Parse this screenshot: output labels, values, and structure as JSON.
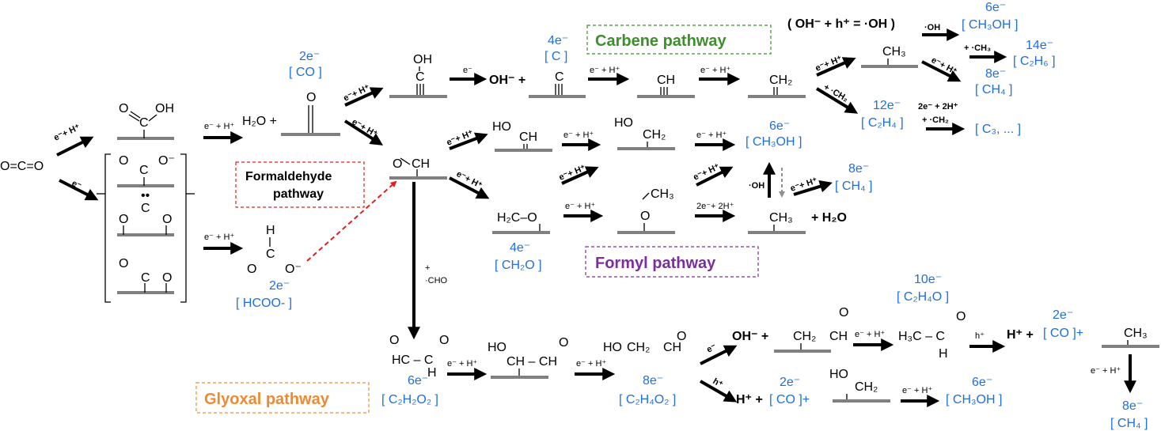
{
  "labels": {
    "co2": "O=C=O",
    "e": "e",
    "eh": "e + H",
    "eh2": "2e + 2H",
    "h2o_plus": "H",
    "plus_h2o": "+ H",
    "oh_minus_plus": "OH + ",
    "oh_rad": "OH",
    "cho_plus": "+",
    "cho": "CHO",
    "ch3_plus": "+ CH",
    "ch2_plus": "+ CH",
    "h_plus": "h",
    "hplus": "H +",
    "hstar": "h*",
    "oh_eq": "( OH  + h  =  OH )",
    "ohplus2": "OH + "
  },
  "products": {
    "co_top": {
      "e": "2e",
      "name": "[ CO ]"
    },
    "c": {
      "e": "4e",
      "name": "[ C ]"
    },
    "hcoo": {
      "e": "2e",
      "name": "[ HCOO- ]"
    },
    "ch2o": {
      "e": "4e",
      "name": "[ CH2O ]"
    },
    "ch3oh_mid": {
      "e": "6e",
      "name": "[ CH3OH ]"
    },
    "ch4_mid": {
      "e": "8e",
      "name": "[ CH4 ]"
    },
    "ch3oh_top": {
      "e": "6e",
      "name": "[ CH3OH ]"
    },
    "c2h6": {
      "e": "14e",
      "name": "[ C2H6 ]"
    },
    "ch4_top": {
      "e": "8e",
      "name": "[ CH4 ]"
    },
    "c2h4": {
      "e": "12e",
      "name": "[ C2H4 ]"
    },
    "c3": {
      "name": "[ C3, ... ]"
    },
    "c2h2o2": {
      "e": "6e",
      "name": "[ C2H2O2 ]"
    },
    "c2h4o2": {
      "e": "8e",
      "name": "[ C2H4O2 ]"
    },
    "c2h4o": {
      "e": "10e",
      "name": "[ C2H4O ]"
    },
    "co_right": {
      "e": "2e",
      "name": "[ CO ]"
    },
    "co_bottom": {
      "e": "2e",
      "name": "[ CO ]"
    },
    "ch3oh_bottom": {
      "e": "6e",
      "name": "[ CH3OH ]"
    },
    "ch4_bottom": {
      "e": "8e",
      "name": "[ CH4 ]"
    }
  },
  "pathways": {
    "carbene": {
      "label": "Carbene pathway",
      "color": "#3e8e2e"
    },
    "formaldehyde": {
      "label_line1": "Formaldehyde",
      "label_line2": "pathway",
      "color": "#e0201b"
    },
    "formyl": {
      "label": "Formyl pathway",
      "color": "#7a2fa0"
    },
    "glyoxal": {
      "label": "Glyoxal pathway",
      "color": "#f08a30"
    }
  },
  "colors": {
    "product_blue": "#1f6fe0",
    "surface_gray": "#808080"
  }
}
